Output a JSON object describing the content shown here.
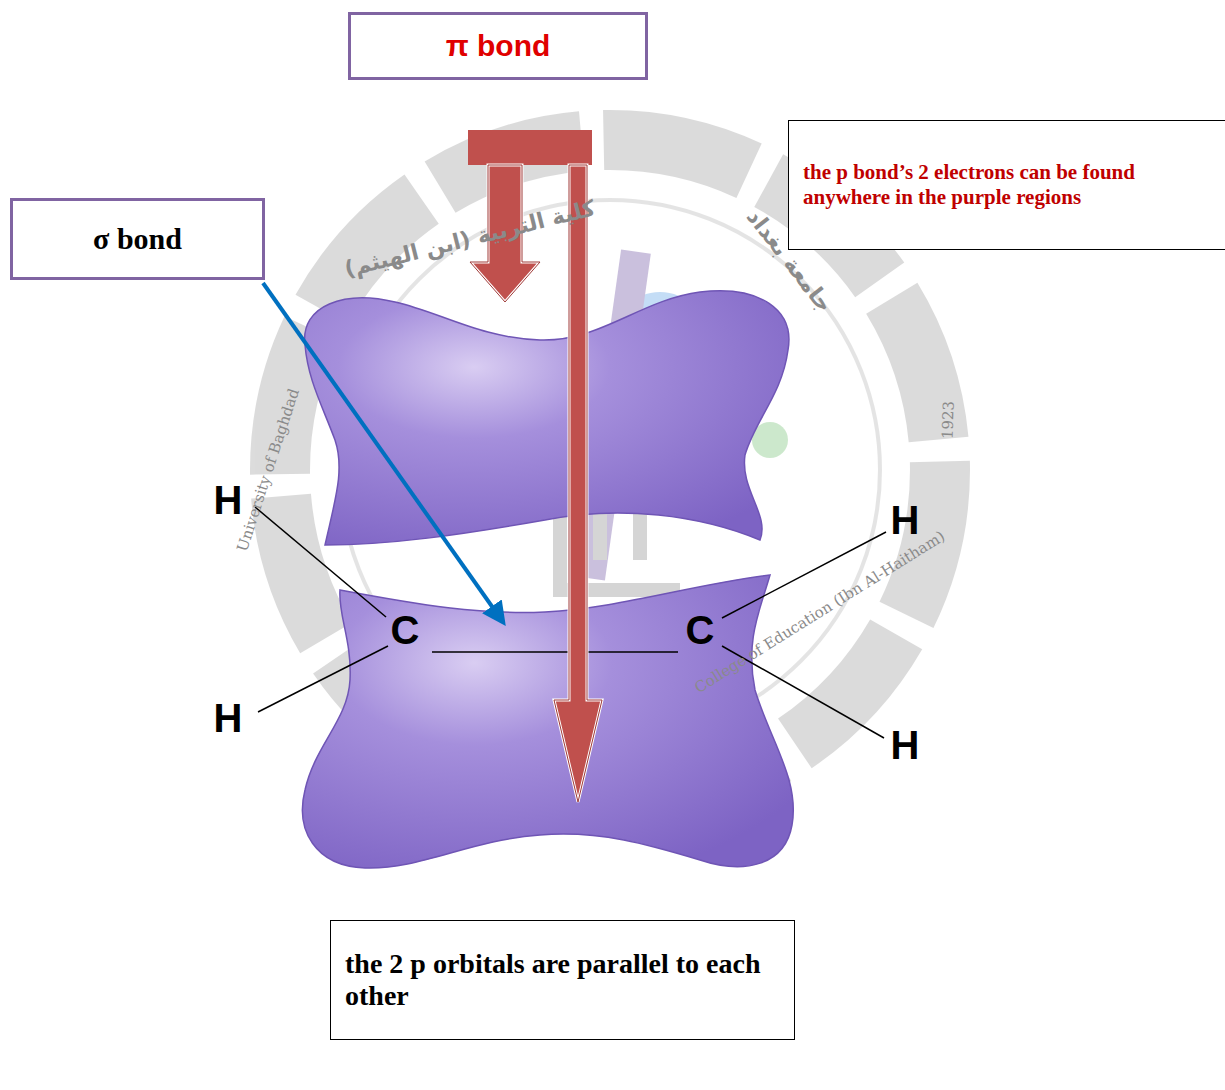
{
  "diagram": {
    "nodes": [
      {
        "text": [
          "π bond"
        ]
      },
      {
        "text": [
          "the p bond’s 2 electrons can be found anywhere in the purple regions"
        ]
      },
      {
        "text": [
          "σ bond"
        ]
      },
      {
        "text": [
          "the 2 p orbitals are parallel to each other"
        ]
      }
    ],
    "labels": [
      "H",
      "C",
      "C",
      "H",
      "H",
      "H",
      "كلية التربية (ابن الهيثم)",
      "جامعة بغداد",
      "University of Baghdad",
      "College of Education (Ibn Al-Haitham)",
      "1923"
    ]
  }
}
